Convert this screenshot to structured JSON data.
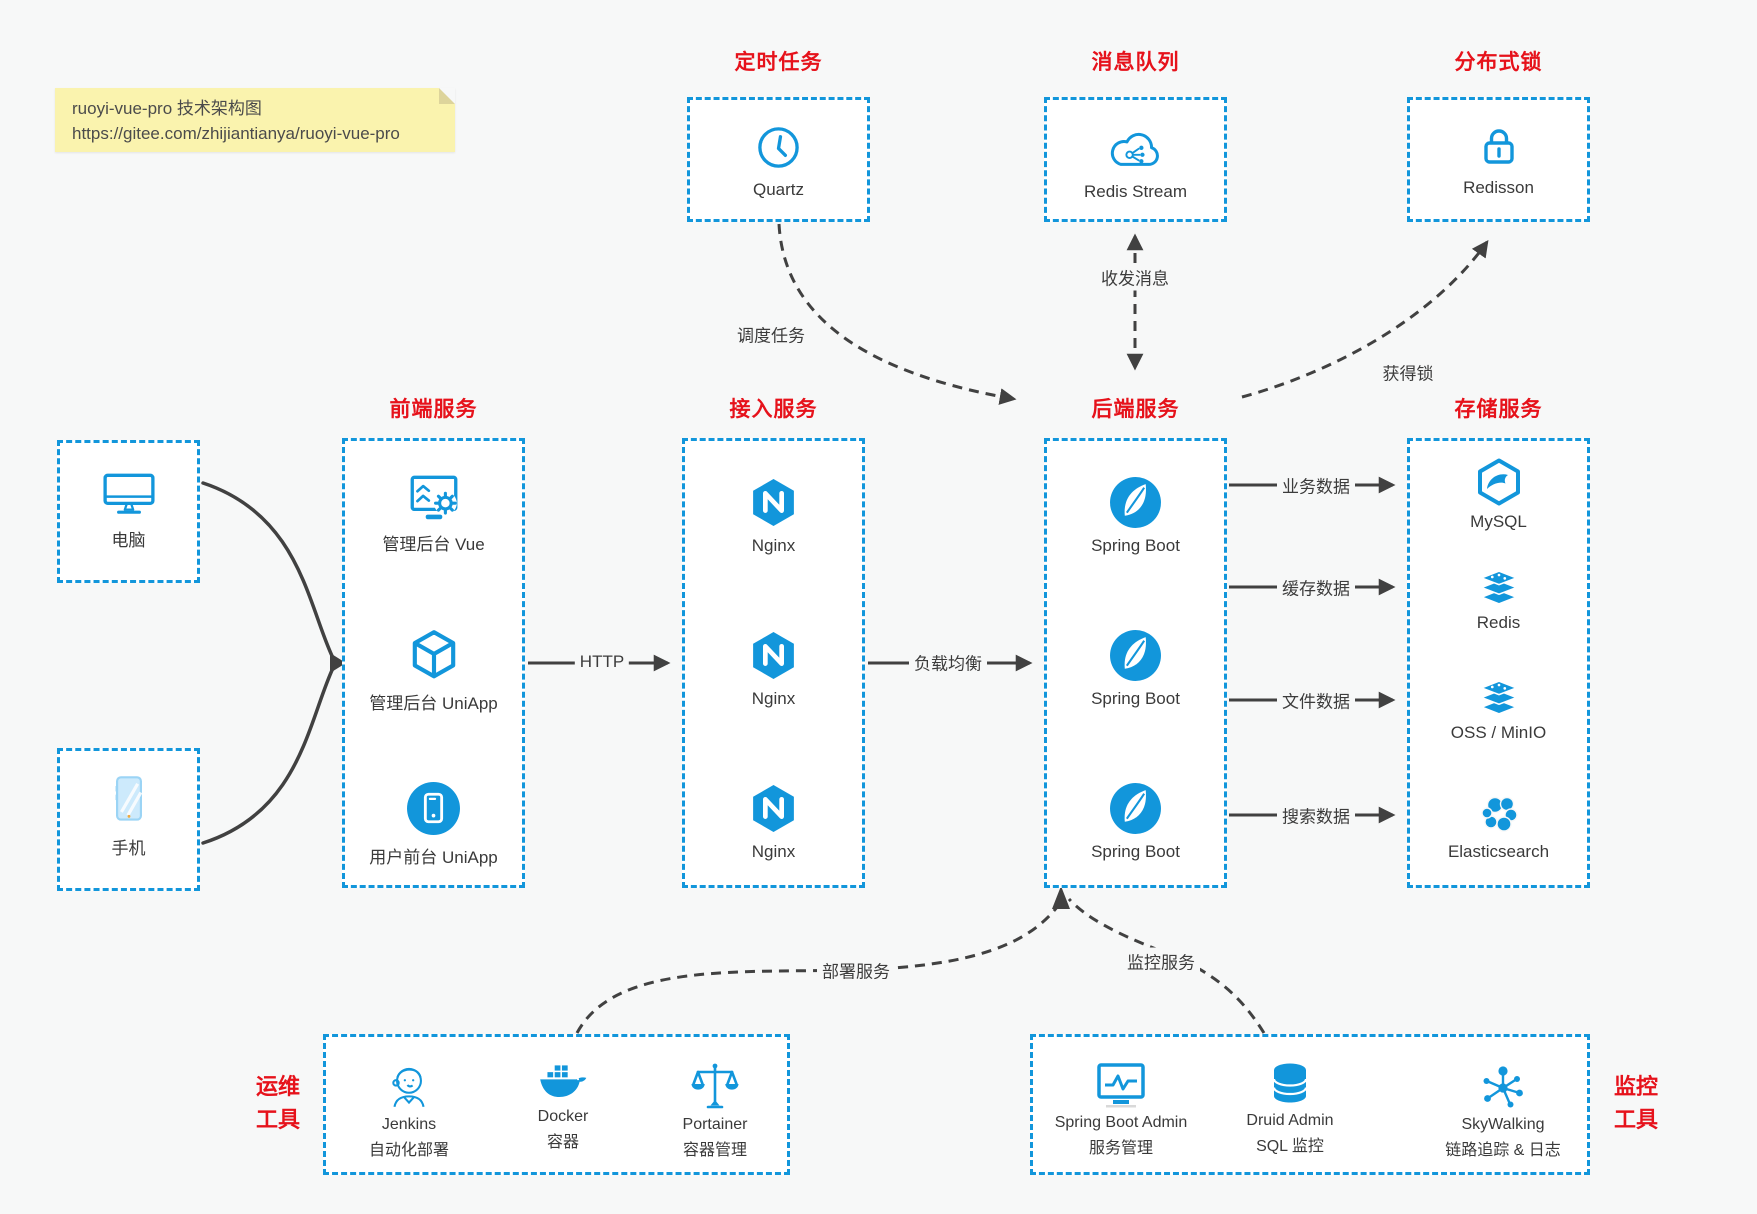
{
  "colors": {
    "accent_blue": "#1296db",
    "title_red": "#e6121b",
    "arrow_dark": "#414141",
    "note_bg": "#faf3ae",
    "canvas_bg": "#f7f8f8"
  },
  "note": {
    "line1": "ruoyi-vue-pro 技术架构图",
    "line2": "https://gitee.com/zhijiantianya/ruoyi-vue-pro"
  },
  "top_groups": [
    {
      "title": "定时任务",
      "icon": "clock-icon",
      "label": "Quartz"
    },
    {
      "title": "消息队列",
      "icon": "cloud-network-icon",
      "label": "Redis Stream"
    },
    {
      "title": "分布式锁",
      "icon": "lock-icon",
      "label": "Redisson"
    }
  ],
  "devices": [
    {
      "icon": "desktop-icon",
      "label": "电脑"
    },
    {
      "icon": "smartphone-icon",
      "label": "手机"
    }
  ],
  "columns": [
    {
      "title": "前端服务",
      "items": [
        {
          "icon": "admin-vue-icon",
          "label": "管理后台 Vue"
        },
        {
          "icon": "cube-icon",
          "label": "管理后台 UniApp"
        },
        {
          "icon": "mobile-app-icon",
          "label": "用户前台 UniApp"
        }
      ]
    },
    {
      "title": "接入服务",
      "items": [
        {
          "icon": "nginx-icon",
          "label": "Nginx"
        },
        {
          "icon": "nginx-icon",
          "label": "Nginx"
        },
        {
          "icon": "nginx-icon",
          "label": "Nginx"
        }
      ]
    },
    {
      "title": "后端服务",
      "items": [
        {
          "icon": "spring-boot-icon",
          "label": "Spring Boot"
        },
        {
          "icon": "spring-boot-icon",
          "label": "Spring Boot"
        },
        {
          "icon": "spring-boot-icon",
          "label": "Spring Boot"
        }
      ]
    },
    {
      "title": "存储服务",
      "items": [
        {
          "icon": "mysql-icon",
          "label": "MySQL"
        },
        {
          "icon": "redis-icon",
          "label": "Redis"
        },
        {
          "icon": "storage-stack-icon",
          "label": "OSS / MinIO"
        },
        {
          "icon": "elasticsearch-icon",
          "label": "Elasticsearch"
        }
      ]
    }
  ],
  "edges": {
    "http": "HTTP",
    "load_balance": "负载均衡",
    "business_data": "业务数据",
    "cache_data": "缓存数据",
    "file_data": "文件数据",
    "search_data": "搜索数据",
    "schedule_task": "调度任务",
    "send_receive_msg": "收发消息",
    "acquire_lock": "获得锁",
    "deploy_service": "部署服务",
    "monitor_service": "监控服务"
  },
  "bottom_groups": [
    {
      "side_label_line1": "运维",
      "side_label_line2": "工具",
      "items": [
        {
          "icon": "jenkins-icon",
          "line1": "Jenkins",
          "line2": "自动化部署"
        },
        {
          "icon": "docker-icon",
          "line1": "Docker",
          "line2": "容器"
        },
        {
          "icon": "portainer-icon",
          "line1": "Portainer",
          "line2": "容器管理"
        }
      ]
    },
    {
      "side_label_line1": "监控",
      "side_label_line2": "工具",
      "items": [
        {
          "icon": "springboot-admin-icon",
          "line1": "Spring Boot Admin",
          "line2": "服务管理"
        },
        {
          "icon": "druid-icon",
          "line1": "Druid Admin",
          "line2": "SQL 监控"
        },
        {
          "icon": "skywalking-icon",
          "line1": "SkyWalking",
          "line2": "链路追踪 & 日志"
        }
      ]
    }
  ]
}
